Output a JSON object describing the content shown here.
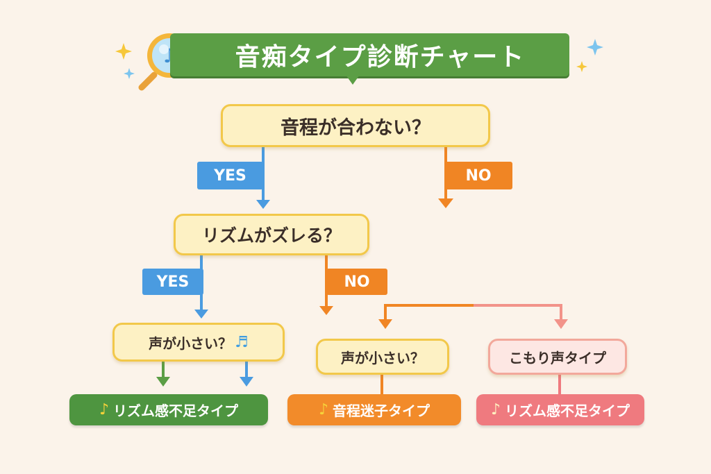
{
  "title": "音痴タイプ診断チャート",
  "questions": {
    "q1": "音程が合わない？",
    "q2": "リズムがズレる？",
    "q3": "声が小さい？",
    "q4": "声が小さい？",
    "q5": "こもり声タイプ"
  },
  "tags": {
    "yes1": "YES",
    "no1": "NO",
    "yes2": "YES",
    "no2": "NO"
  },
  "results": {
    "r1": "リズム感不足タイプ",
    "r2": "音程迷子タイプ",
    "r3": "リズム感不足タイプ"
  },
  "icons": {
    "magnifier": "magnifier-music-icon",
    "note": "music-note-icon",
    "sparkle": "sparkle-icon"
  },
  "colors": {
    "title_green": "#5b9e45",
    "yes_blue": "#4a9be0",
    "no_orange": "#f08524",
    "question_fill": "#fdf1c4",
    "question_border": "#f2c84a",
    "result_green": "#4e9540",
    "result_orange": "#f28b2a",
    "result_pink": "#ef7a7f"
  }
}
